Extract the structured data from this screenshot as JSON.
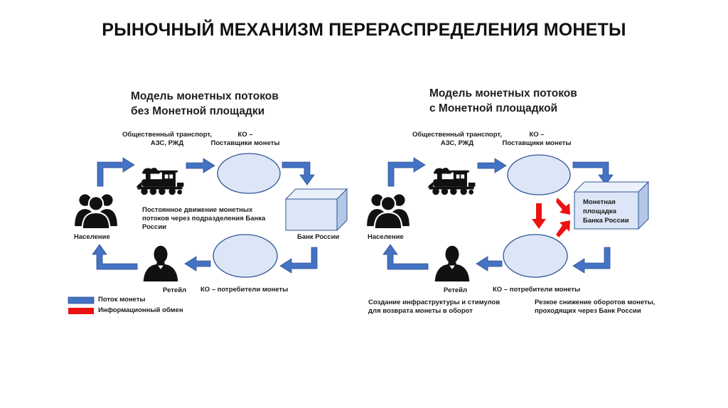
{
  "title": "РЫНОЧНЫЙ МЕХАНИЗМ ПЕРЕРАСПРЕДЕЛЕНИЯ МОНЕТЫ",
  "colors": {
    "flow": "#4472c4",
    "flow_edge": "#2f528f",
    "info": "#ee1111",
    "node_fill": "#dce6f6",
    "node_edge": "#2f5597",
    "box_fill": "#dce6f6",
    "box_top": "#ebf1fb",
    "box_side": "#b4c7e7"
  },
  "left": {
    "heading_line1": "Модель монетных потоков",
    "heading_line2": "без Монетной площадки",
    "transport_line1": "Общественный транспорт,",
    "transport_line2": "АЗС, РЖД",
    "ko_line1": "КО –",
    "ko_line2": "Поставщики монеты",
    "population": "Население",
    "bank": "Банк России",
    "retail": "Ретейл",
    "ko_consumers": "КО – потребители монеты",
    "note_line1": "Постоянное движение монетных",
    "note_line2": "потоков через подразделения Банка",
    "note_line3": "России"
  },
  "right": {
    "heading_line1": "Модель монетных потоков",
    "heading_line2": "с Монетной площадкой",
    "transport_line1": "Общественный транспорт,",
    "transport_line2": "АЗС, РЖД",
    "ko_line1": "КО –",
    "ko_line2": "Поставщики монеты",
    "population": "Население",
    "platform_line1": "Монетная",
    "platform_line2": "площадка",
    "platform_line3": "Банка России",
    "retail": "Ретейл",
    "ko_consumers": "КО – потребители монеты",
    "note_left_line1": "Создание инфраструктуры и стимулов",
    "note_left_line2": "для возврата монеты в оборот",
    "note_right_line1": "Резкое снижение оборотов монеты,",
    "note_right_line2": "проходящих через Банк России"
  },
  "legend": {
    "flow": "Поток монеты",
    "info": "Информационный обмен"
  },
  "icons": [
    "people-group-icon",
    "train-icon",
    "person-silhouette-icon"
  ]
}
